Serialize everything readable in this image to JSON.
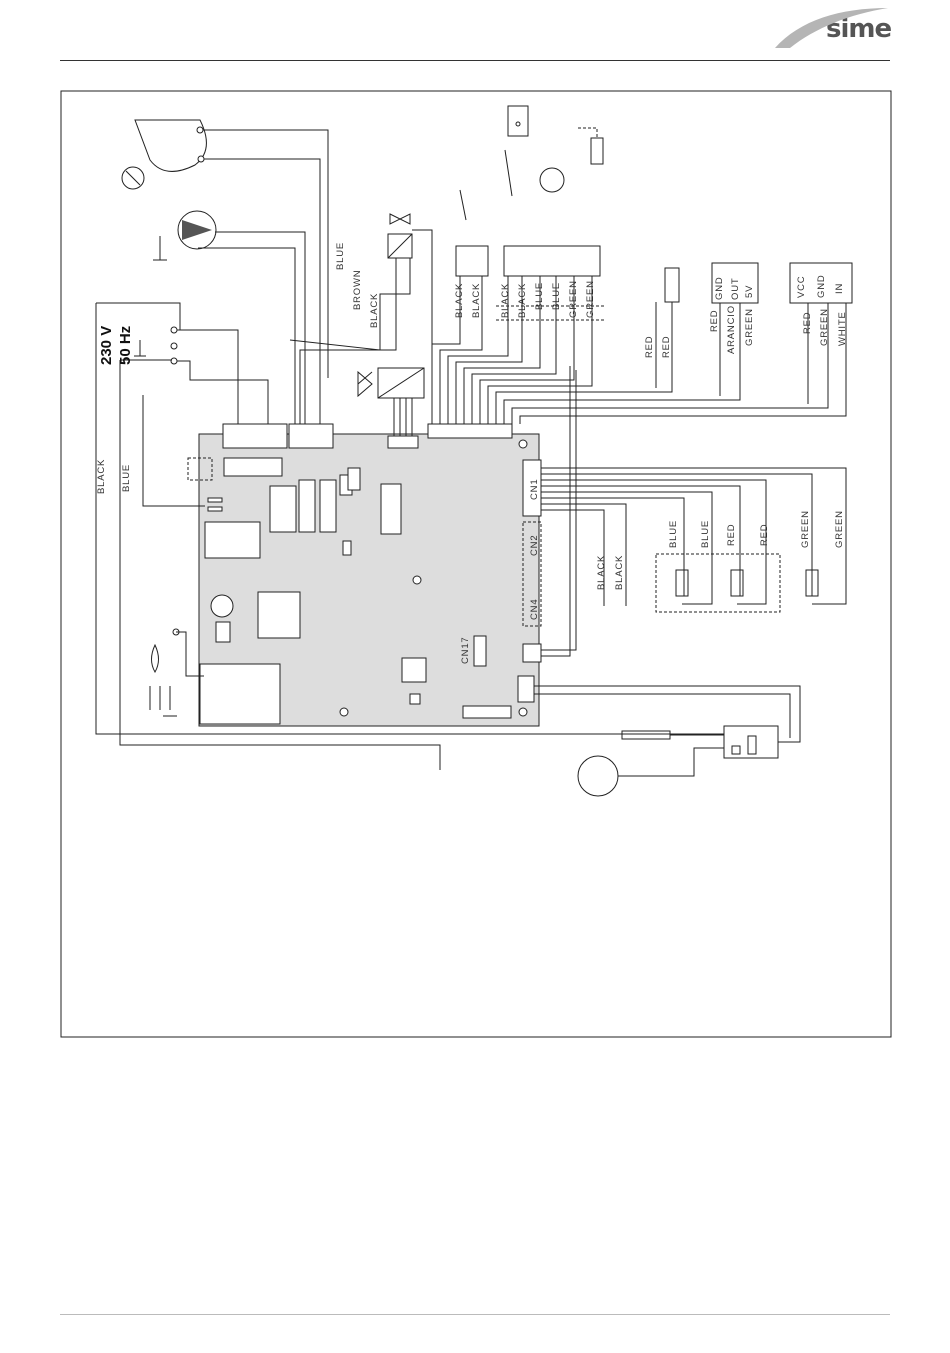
{
  "brand": {
    "name": "sime",
    "accent": "#a8a8a8"
  },
  "power": {
    "voltage": "230 V",
    "frequency": "50 Hz"
  },
  "wire_labels": {
    "left_black": "BLACK",
    "left_blue": "BLUE",
    "valve_blue": "BLUE",
    "valve_brown": "BROWN",
    "valve_black": "BLACK",
    "terminal": [
      "BLACK",
      "BLACK",
      "BLACK",
      "BLACK",
      "BLUE",
      "BLUE",
      "GREEN",
      "GREEN"
    ],
    "sensor_red_1": "RED",
    "sensor_red_2": "RED",
    "g1": {
      "wire": [
        "RED",
        "ARANCIO",
        "GREEN"
      ],
      "pins": [
        "GND",
        "OUT",
        "5V"
      ]
    },
    "g2": {
      "wire": [
        "RED",
        "GREEN",
        "WHITE"
      ],
      "pins": [
        "VCC",
        "GND",
        "IN"
      ]
    },
    "ntc": [
      "BLACK",
      "BLACK",
      "BLUE",
      "BLUE",
      "RED",
      "RED",
      "GREEN",
      "GREEN"
    ]
  },
  "connectors": {
    "cn1": "CN1",
    "cn2": "CN2",
    "cn4": "CN4",
    "cn17": "CN17"
  },
  "icons": [
    "fan-icon",
    "pump-icon",
    "gas-valve-icon",
    "flame-icon",
    "ground-icon",
    "ntc-sensor-icon",
    "flow-switch-icon",
    "motor-icon"
  ]
}
